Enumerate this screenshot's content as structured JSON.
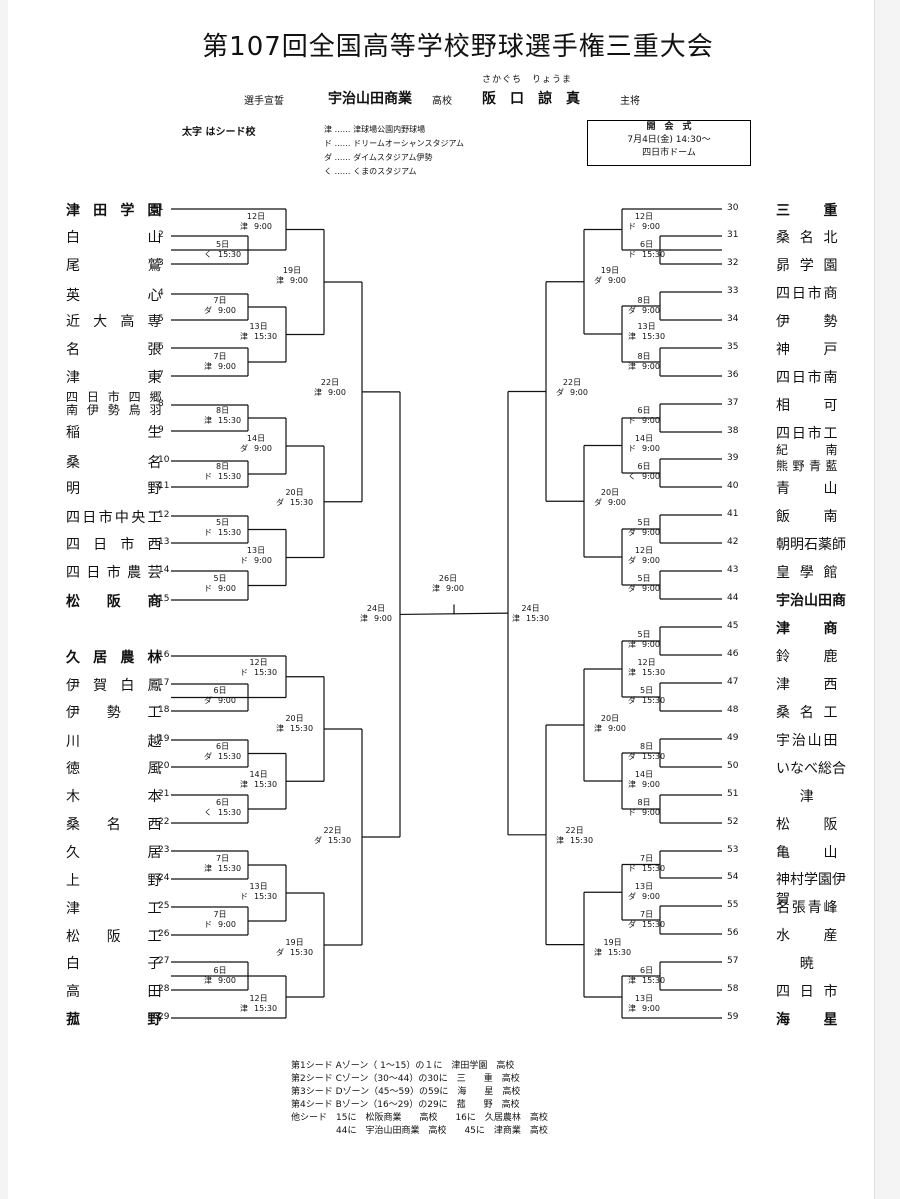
{
  "title": "第107回全国高等学校野球選手権三重大会",
  "oath": {
    "label": "選手宣誓",
    "school": "宇治山田商業",
    "school_suffix": "高校",
    "player": "阪　口　諒　真",
    "player_ruby": "さかぐち　りょうま",
    "role": "主将"
  },
  "note_bold": "太字 はシード校",
  "legend": [
    {
      "mark": "津",
      "dots": "……",
      "name": "津球場公園内野球場"
    },
    {
      "mark": "ド",
      "dots": "……",
      "name": "ドリームオーシャンスタジアム"
    },
    {
      "mark": "ダ",
      "dots": "……",
      "name": "ダイムスタジアム伊勢"
    },
    {
      "mark": "く",
      "dots": "……",
      "name": "くまのスタジアム"
    }
  ],
  "ceremony": {
    "title": "開　会　式",
    "date": "7月4日(金) 14:30～",
    "place": "四日市ドーム"
  },
  "left_teams": [
    {
      "n": "1",
      "name": "津田学園",
      "seed": true
    },
    {
      "n": "2",
      "name": "白山",
      "seed": false
    },
    {
      "n": "3",
      "name": "尾鷲",
      "seed": false
    },
    {
      "n": "4",
      "name": "英心",
      "seed": false
    },
    {
      "n": "5",
      "name": "近大高専",
      "seed": false
    },
    {
      "n": "6",
      "name": "名張",
      "seed": false
    },
    {
      "n": "7",
      "name": "津東",
      "seed": false
    },
    {
      "n": "8",
      "name": "四日市四郷",
      "name2": "南伊勢鳥羽",
      "seed": false
    },
    {
      "n": "9",
      "name": "稲生",
      "seed": false
    },
    {
      "n": "10",
      "name": "桑名",
      "seed": false
    },
    {
      "n": "11",
      "name": "明野",
      "seed": false
    },
    {
      "n": "12",
      "name": "四日市中央工",
      "seed": false
    },
    {
      "n": "13",
      "name": "四日市西",
      "seed": false
    },
    {
      "n": "14",
      "name": "四日市農芸",
      "seed": false
    },
    {
      "n": "15",
      "name": "松阪商",
      "seed": true
    },
    {
      "n": "16",
      "name": "久居農林",
      "seed": true
    },
    {
      "n": "17",
      "name": "伊賀白鳳",
      "seed": false
    },
    {
      "n": "18",
      "name": "伊勢工",
      "seed": false
    },
    {
      "n": "19",
      "name": "川越",
      "seed": false
    },
    {
      "n": "20",
      "name": "徳風",
      "seed": false
    },
    {
      "n": "21",
      "name": "木本",
      "seed": false
    },
    {
      "n": "22",
      "name": "桑名西",
      "seed": false
    },
    {
      "n": "23",
      "name": "久居",
      "seed": false
    },
    {
      "n": "24",
      "name": "上野",
      "seed": false
    },
    {
      "n": "25",
      "name": "津工",
      "seed": false
    },
    {
      "n": "26",
      "name": "松阪工",
      "seed": false
    },
    {
      "n": "27",
      "name": "白子",
      "seed": false
    },
    {
      "n": "28",
      "name": "高田",
      "seed": false
    },
    {
      "n": "29",
      "name": "菰野",
      "seed": true
    }
  ],
  "right_teams": [
    {
      "n": "30",
      "name": "三重",
      "seed": true
    },
    {
      "n": "31",
      "name": "桑名北",
      "seed": false
    },
    {
      "n": "32",
      "name": "昴学園",
      "seed": false
    },
    {
      "n": "33",
      "name": "四日市商",
      "seed": false
    },
    {
      "n": "34",
      "name": "伊勢",
      "seed": false
    },
    {
      "n": "35",
      "name": "神戸",
      "seed": false
    },
    {
      "n": "36",
      "name": "四日市南",
      "seed": false
    },
    {
      "n": "37",
      "name": "相可",
      "seed": false
    },
    {
      "n": "38",
      "name": "四日市工",
      "seed": false
    },
    {
      "n": "39",
      "name": "紀南",
      "name2": "熊野青藍",
      "seed": false
    },
    {
      "n": "40",
      "name": "青山",
      "seed": false
    },
    {
      "n": "41",
      "name": "飯南",
      "seed": false
    },
    {
      "n": "42",
      "name": "朝明石薬師",
      "seed": false
    },
    {
      "n": "43",
      "name": "皇學館",
      "seed": false
    },
    {
      "n": "44",
      "name": "宇治山田商",
      "seed": true
    },
    {
      "n": "45",
      "name": "津商",
      "seed": true
    },
    {
      "n": "46",
      "name": "鈴鹿",
      "seed": false
    },
    {
      "n": "47",
      "name": "津西",
      "seed": false
    },
    {
      "n": "48",
      "name": "桑名工",
      "seed": false
    },
    {
      "n": "49",
      "name": "宇治山田",
      "seed": false
    },
    {
      "n": "50",
      "name": "いなべ総合",
      "seed": false
    },
    {
      "n": "51",
      "name": "津",
      "seed": false
    },
    {
      "n": "52",
      "name": "松阪",
      "seed": false
    },
    {
      "n": "53",
      "name": "亀山",
      "seed": false
    },
    {
      "n": "54",
      "name": "神村学園伊賀",
      "seed": false
    },
    {
      "n": "55",
      "name": "名張青峰",
      "seed": false
    },
    {
      "n": "56",
      "name": "水産",
      "seed": false
    },
    {
      "n": "57",
      "name": "暁",
      "seed": false
    },
    {
      "n": "58",
      "name": "四日市",
      "seed": false
    },
    {
      "n": "59",
      "name": "海星",
      "seed": true
    }
  ],
  "games": {
    "L5a": {
      "date": "5日",
      "venue": "く",
      "time": "15:30"
    },
    "L12a": {
      "date": "12日",
      "venue": "津",
      "time": "9:00"
    },
    "L7a": {
      "date": "7日",
      "venue": "ダ",
      "time": "9:00"
    },
    "L7b": {
      "date": "7日",
      "venue": "津",
      "time": "9:00"
    },
    "L13a": {
      "date": "13日",
      "venue": "津",
      "time": "15:30"
    },
    "L19a": {
      "date": "19日",
      "venue": "津",
      "time": "9:00"
    },
    "L8a": {
      "date": "8日",
      "venue": "津",
      "time": "15:30"
    },
    "L8b": {
      "date": "8日",
      "venue": "ド",
      "time": "15:30"
    },
    "L14a": {
      "date": "14日",
      "venue": "ダ",
      "time": "9:00"
    },
    "L5b": {
      "date": "5日",
      "venue": "ド",
      "time": "15:30"
    },
    "L5c": {
      "date": "5日",
      "venue": "ド",
      "time": "9:00"
    },
    "L13b": {
      "date": "13日",
      "venue": "ド",
      "time": "9:00"
    },
    "L20a": {
      "date": "20日",
      "venue": "ダ",
      "time": "15:30"
    },
    "L22a": {
      "date": "22日",
      "venue": "津",
      "time": "9:00"
    },
    "L24a": {
      "date": "24日",
      "venue": "津",
      "time": "9:00"
    },
    "L6a": {
      "date": "6日",
      "venue": "ダ",
      "time": "9:00"
    },
    "L12b": {
      "date": "12日",
      "venue": "ド",
      "time": "15:30"
    },
    "L6b": {
      "date": "6日",
      "venue": "ダ",
      "time": "15:30"
    },
    "L6c": {
      "date": "6日",
      "venue": "く",
      "time": "15:30"
    },
    "L14b": {
      "date": "14日",
      "venue": "津",
      "time": "15:30"
    },
    "L20b": {
      "date": "20日",
      "venue": "津",
      "time": "15:30"
    },
    "L7c": {
      "date": "7日",
      "venue": "津",
      "time": "15:30"
    },
    "L7d": {
      "date": "7日",
      "venue": "ド",
      "time": "9:00"
    },
    "L13c": {
      "date": "13日",
      "venue": "ド",
      "time": "15:30"
    },
    "L6d": {
      "date": "6日",
      "venue": "津",
      "time": "9:00"
    },
    "L12c": {
      "date": "12日",
      "venue": "津",
      "time": "15:30"
    },
    "L19b": {
      "date": "19日",
      "venue": "ダ",
      "time": "15:30"
    },
    "L22b": {
      "date": "22日",
      "venue": "ダ",
      "time": "15:30"
    },
    "F26": {
      "date": "26日",
      "venue": "津",
      "time": "9:00"
    },
    "R12a": {
      "date": "12日",
      "venue": "ド",
      "time": "9:00"
    },
    "R6a": {
      "date": "6日",
      "venue": "ド",
      "time": "15:30"
    },
    "R8a": {
      "date": "8日",
      "venue": "ダ",
      "time": "9:00"
    },
    "R13a": {
      "date": "13日",
      "venue": "津",
      "time": "15:30"
    },
    "R8b": {
      "date": "8日",
      "venue": "津",
      "time": "9:00"
    },
    "R19a": {
      "date": "19日",
      "venue": "ダ",
      "time": "9:00"
    },
    "R6b": {
      "date": "6日",
      "venue": "ド",
      "time": "9:00"
    },
    "R14a": {
      "date": "14日",
      "venue": "ド",
      "time": "9:00"
    },
    "R6c": {
      "date": "6日",
      "venue": "く",
      "time": "9:00"
    },
    "R5a": {
      "date": "5日",
      "venue": "ダ",
      "time": "9:00"
    },
    "R12b": {
      "date": "12日",
      "venue": "ダ",
      "time": "9:00"
    },
    "R5b": {
      "date": "5日",
      "venue": "ダ",
      "time": "9:00"
    },
    "R20a": {
      "date": "20日",
      "venue": "ダ",
      "time": "9:00"
    },
    "R22a": {
      "date": "22日",
      "venue": "ダ",
      "time": "9:00"
    },
    "R24a": {
      "date": "24日",
      "venue": "津",
      "time": "15:30"
    },
    "R5c": {
      "date": "5日",
      "venue": "津",
      "time": "9:00"
    },
    "R12c": {
      "date": "12日",
      "venue": "津",
      "time": "15:30"
    },
    "R5d": {
      "date": "5日",
      "venue": "ダ",
      "time": "15:30"
    },
    "R20b": {
      "date": "20日",
      "venue": "津",
      "time": "9:00"
    },
    "R8c": {
      "date": "8日",
      "venue": "ダ",
      "time": "15:30"
    },
    "R14b": {
      "date": "14日",
      "venue": "津",
      "time": "9:00"
    },
    "R8d": {
      "date": "8日",
      "venue": "ド",
      "time": "9:00"
    },
    "R22b": {
      "date": "22日",
      "venue": "津",
      "time": "15:30"
    },
    "R7a": {
      "date": "7日",
      "venue": "ド",
      "time": "15:30"
    },
    "R13b": {
      "date": "13日",
      "venue": "ダ",
      "time": "9:00"
    },
    "R7b": {
      "date": "7日",
      "venue": "ダ",
      "time": "15:30"
    },
    "R19b": {
      "date": "19日",
      "venue": "津",
      "time": "15:30"
    },
    "R6d": {
      "date": "6日",
      "venue": "津",
      "time": "15:30"
    },
    "R13c": {
      "date": "13日",
      "venue": "津",
      "time": "9:00"
    }
  },
  "seeds_note": [
    "第1シード Aゾーン（ 1～15）の１に　津田学園　高校",
    "第2シード Cゾーン（30～44）の30に　三　　重　高校",
    "第3シード Dゾーン（45～59）の59に　海　　星　高校",
    "第4シード Bゾーン（16～29）の29に　菰　　野　高校",
    "他シード　15に　松阪商業　　高校　　16に　久居農林　高校",
    "　　　　　44に　宇治山田商業　高校　　45に　津商業　高校"
  ]
}
